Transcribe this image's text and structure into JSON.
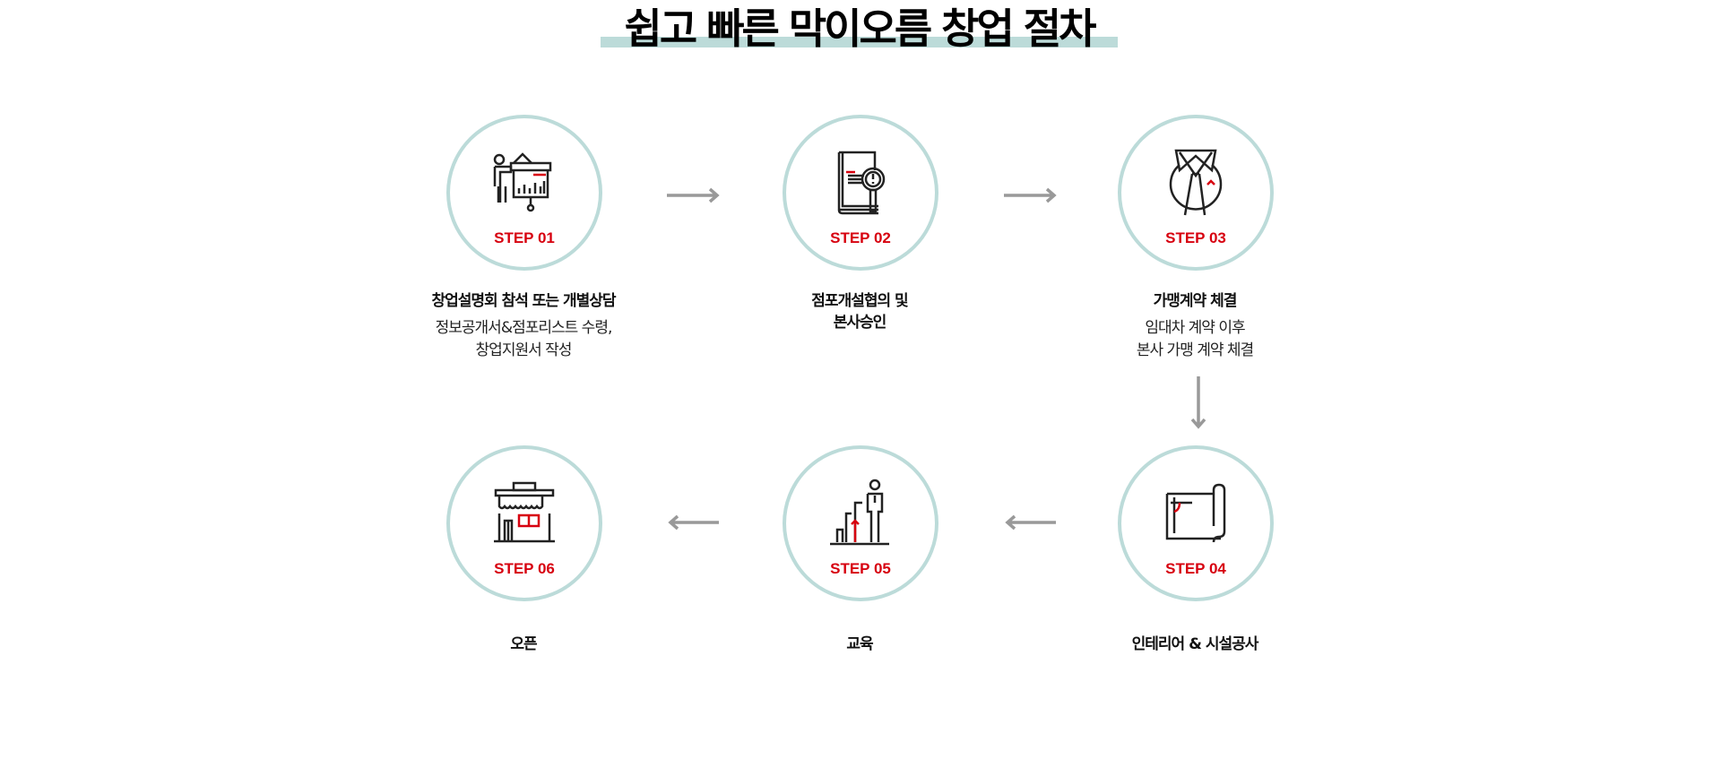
{
  "title": "쉽고 빠른 막이오름 창업 절차",
  "colors": {
    "accent": "#d7000f",
    "circle": "#bcdbd9",
    "arrow": "#999999",
    "icon": "#222222"
  },
  "steps": [
    {
      "label": "STEP 01",
      "title_lines": [
        "창업설명회 참석 또는 개별상담"
      ],
      "sub_lines": [
        "정보공개서&점포리스트 수령,",
        "창업지원서 작성"
      ],
      "icon": "presentation-icon"
    },
    {
      "label": "STEP 02",
      "title_lines": [
        "점포개설협의 및",
        "본사승인"
      ],
      "sub_lines": [],
      "icon": "document-search-icon"
    },
    {
      "label": "STEP 03",
      "title_lines": [
        "가맹계약 체결"
      ],
      "sub_lines": [
        "임대차 계약 이후",
        "본사 가맹 계약 체결"
      ],
      "icon": "shirt-tie-icon"
    },
    {
      "label": "STEP 04",
      "title_lines": [
        "인테리어 & 시설공사"
      ],
      "sub_lines": [],
      "icon": "blueprint-icon"
    },
    {
      "label": "STEP 05",
      "title_lines": [
        "교육"
      ],
      "sub_lines": [],
      "icon": "growth-person-icon"
    },
    {
      "label": "STEP 06",
      "title_lines": [
        "오픈"
      ],
      "sub_lines": [],
      "icon": "storefront-icon"
    }
  ]
}
